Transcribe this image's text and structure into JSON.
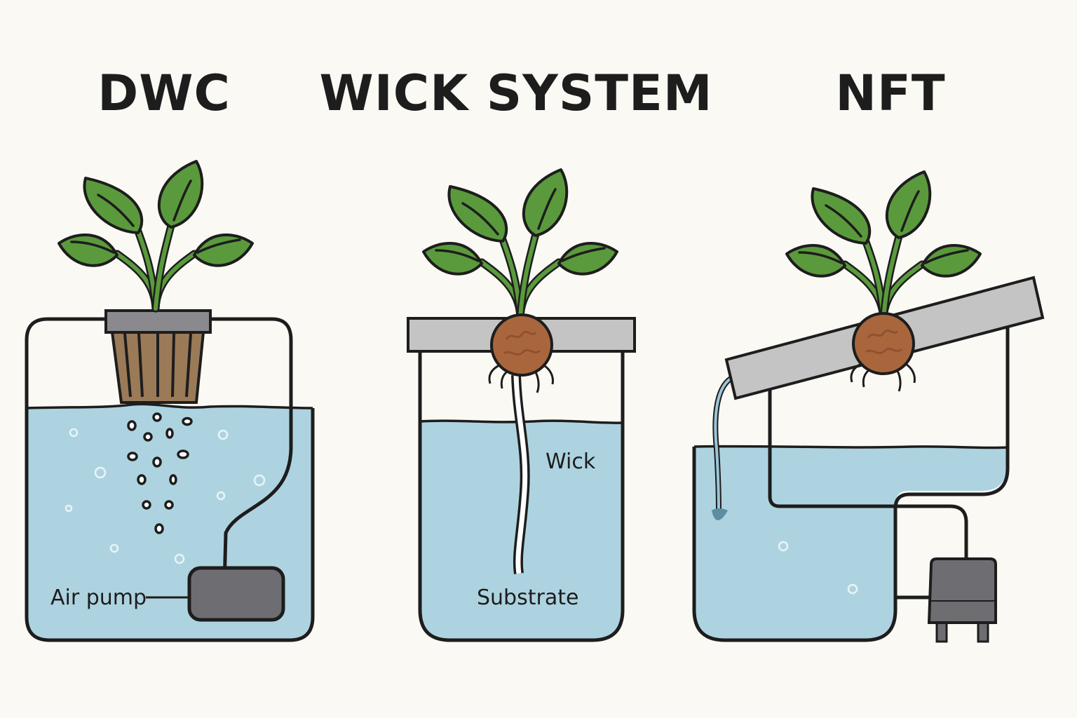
{
  "titles": {
    "dwc": "DWC",
    "wick": "WICK SYSTEM",
    "nft": "NFT"
  },
  "labels": {
    "air_pump": "Air pump",
    "wick": "Wick",
    "substrate": "Substrate"
  },
  "colors": {
    "background": "#faf9f4",
    "water": "#aed3e0",
    "outline": "#1d1d1d",
    "leaf": "#5a9a3c",
    "soil_ball": "#a9663d",
    "net_pot_soil": "#9b7a58",
    "lid_gray": "#c4c4c4",
    "pump_gray": "#6e6e72"
  }
}
